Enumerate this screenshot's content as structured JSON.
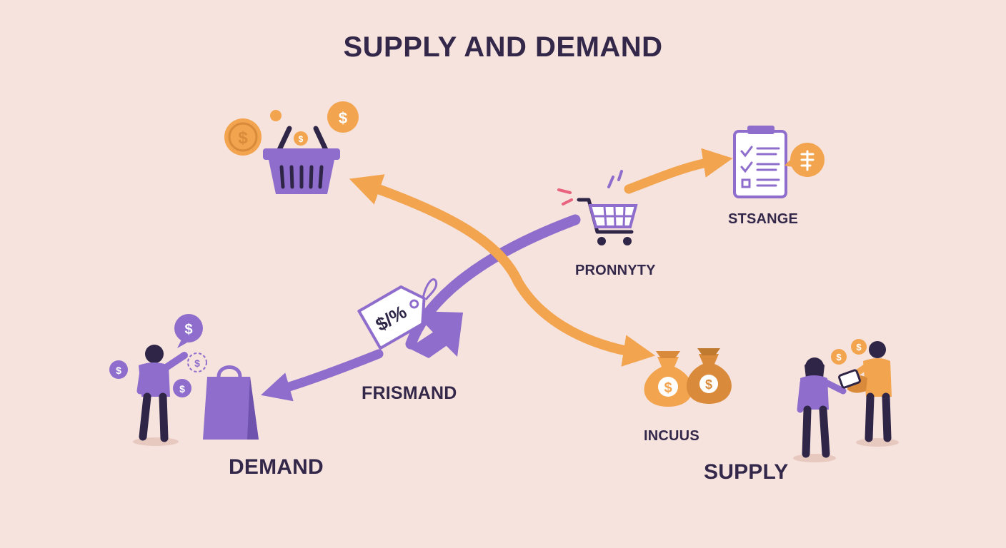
{
  "title": "SUPPLY AND DEMAND",
  "labels": {
    "demand": "DEMAND",
    "supply": "SUPPLY",
    "frismand": "FRISMAND",
    "stsange": "STSANGE",
    "pronnyty": "PRONNYTY",
    "incuus": "INCUUS"
  },
  "coin_symbol": "$",
  "price_tag_text": "$/%",
  "colors": {
    "background": "#f7e3dd",
    "text": "#33284a",
    "purple": "#8e6dcc",
    "purple_dark": "#6e52ad",
    "orange": "#f2a44f",
    "orange_dark": "#d98a3a",
    "navy": "#2e2547",
    "pink": "#e8637e"
  },
  "icons": [
    "shopping-basket-icon",
    "dollar-coin-icon",
    "shopping-cart-icon",
    "checklist-clipboard-icon",
    "money-bag-icon",
    "price-tag-icon",
    "shopping-bag-icon",
    "person-icon",
    "arrow-icon"
  ]
}
